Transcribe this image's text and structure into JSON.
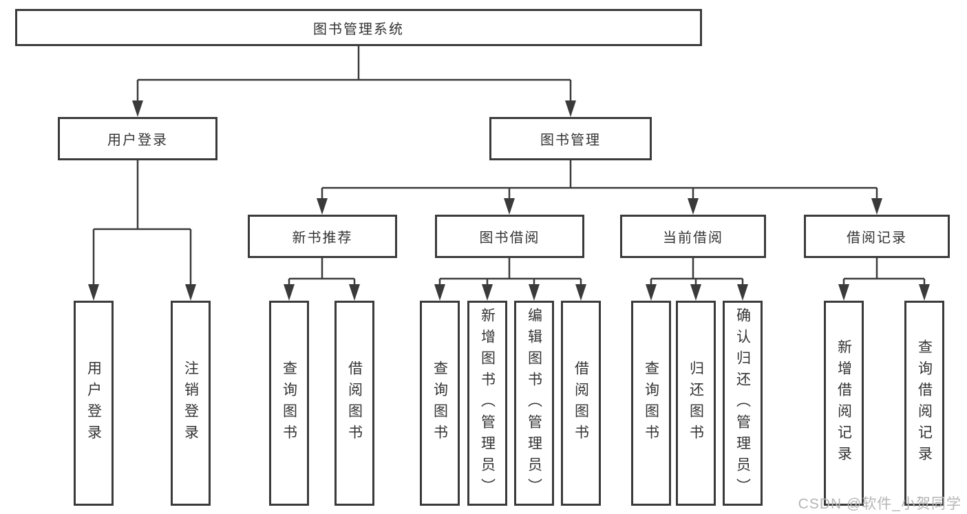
{
  "colors": {
    "line": "#3a3a3a",
    "box_border": "#3a3a3a",
    "text": "#333333",
    "background": "#ffffff",
    "watermark_text": "#b5b5b5"
  },
  "tree": {
    "root": {
      "label": "图书管理系统"
    },
    "level2": [
      {
        "label": "用户登录"
      },
      {
        "label": "图书管理"
      }
    ],
    "level3": [
      {
        "label": "新书推荐"
      },
      {
        "label": "图书借阅"
      },
      {
        "label": "当前借阅"
      },
      {
        "label": "借阅记录"
      }
    ],
    "leaves": {
      "user_login_group": [
        {
          "label": "用户登录"
        },
        {
          "label": "注销登录"
        }
      ],
      "new_book_group": [
        {
          "label": "查询图书"
        },
        {
          "label": "借阅图书"
        }
      ],
      "book_borrow_group": [
        {
          "label": "查询图书"
        },
        {
          "label": "新增图书（管理员）"
        },
        {
          "label": "编辑图书（管理员）"
        },
        {
          "label": "借阅图书"
        }
      ],
      "current_borrow_group": [
        {
          "label": "查询图书"
        },
        {
          "label": "归还图书"
        },
        {
          "label": "确认归还（管理员）"
        }
      ],
      "records_group": [
        {
          "label": "新增借阅记录"
        },
        {
          "label": "查询借阅记录"
        }
      ]
    }
  },
  "watermark": {
    "label": "CSDN @软件_小贺同学"
  }
}
